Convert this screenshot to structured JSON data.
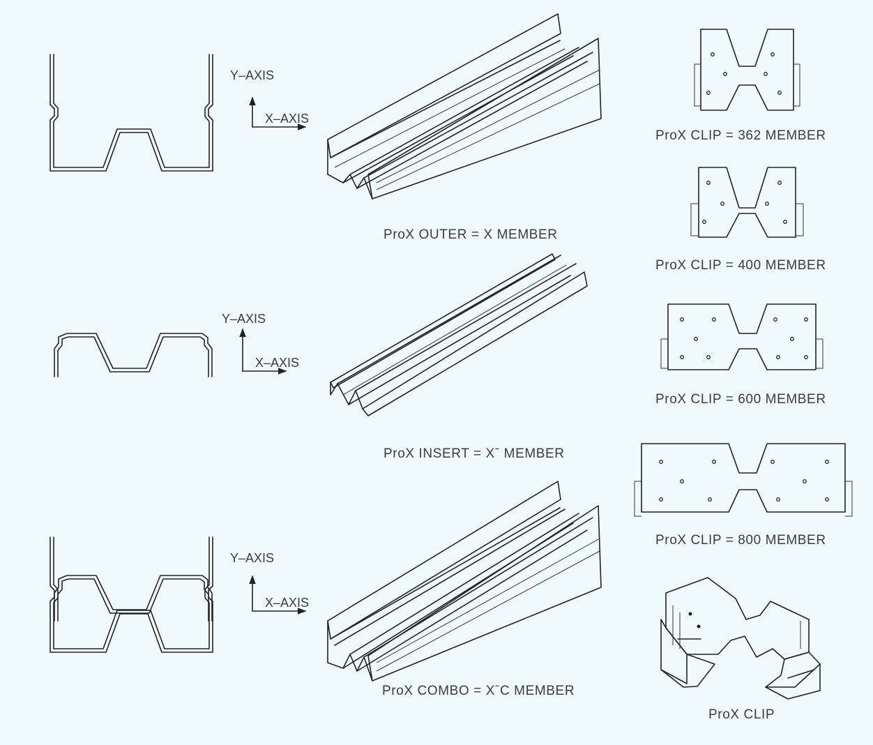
{
  "sections": [
    {
      "id": "outer",
      "axis": {
        "y": "Y–AXIS",
        "x": "X–AXIS"
      },
      "caption": "ProX  OUTER  =  X  MEMBER"
    },
    {
      "id": "insert",
      "axis": {
        "y": "Y–AXIS",
        "x": "X–AXIS"
      },
      "caption": "ProX  INSERT  =  Xˉ  MEMBER"
    },
    {
      "id": "combo",
      "axis": {
        "y": "Y–AXIS",
        "x": "X–AXIS"
      },
      "caption": "ProX  COMBO  =  XˉC  MEMBER"
    }
  ],
  "clips": [
    {
      "caption": "ProX  CLIP  =  362  MEMBER"
    },
    {
      "caption": "ProX  CLIP  =  400  MEMBER"
    },
    {
      "caption": "ProX  CLIP  =  600  MEMBER"
    },
    {
      "caption": "ProX  CLIP  =  800  MEMBER"
    },
    {
      "caption": "ProX  CLIP"
    }
  ]
}
